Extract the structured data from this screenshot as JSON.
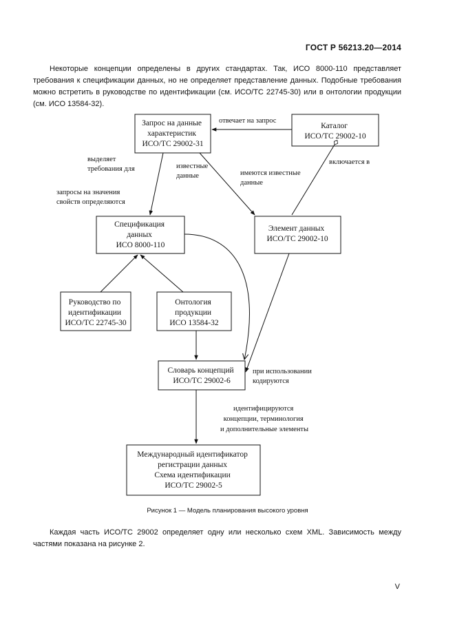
{
  "header": {
    "doc_code": "ГОСТ Р 56213.20—2014"
  },
  "paragraph1": "Некоторые концепции определены в других стандартах. Так, ИСО 8000-110 представляет требования к спецификации данных, но не определяет представление данных. Подобные требования можно встретить в руководстве по идентификации (см. ИСО/ТС 22745-30) или в онтологии продукции (см. ИСО 13584-32).",
  "diagram": {
    "boxes": {
      "request": [
        "Запрос на данные",
        "характеристик",
        "ИСО/ТС 29002-31"
      ],
      "catalog": [
        "Каталог",
        "ИСО/ТС 29002-10"
      ],
      "specification": [
        "Спецификация",
        "данных",
        "ИСО 8000-110"
      ],
      "data_element": [
        "Элемент данных",
        "ИСО/ТС 29002-10"
      ],
      "guide": [
        "Руководство по",
        "идентификации",
        "ИСО/ТС 22745-30"
      ],
      "ontology": [
        "Онтология",
        "продукции",
        "ИСО 13584-32"
      ],
      "dictionary": [
        "Словарь концепций",
        "ИСО/ТС 29002-6"
      ],
      "idi": [
        "Международный идентификатор",
        "регистрации данных",
        "Схема идентификации",
        "ИСО/ТС 29002-5"
      ]
    },
    "labels": {
      "answers_request": [
        "отвечает на запрос"
      ],
      "included_in": [
        "включается в"
      ],
      "allocates": [
        "выделяет",
        "требования для"
      ],
      "known_data": [
        "известные",
        "данные"
      ],
      "has_known_data": [
        "имеются известные",
        "данные"
      ],
      "value_requests": [
        "запросы на значения",
        "свойств определяются"
      ],
      "encoded_when_used": [
        "при использовании",
        "кодируются"
      ],
      "identified": [
        "идентифицируются",
        "концепции, терминология",
        "и дополнительные элементы"
      ]
    }
  },
  "caption": "Рисунок 1 — Модель планирования высокого уровня",
  "paragraph2": "Каждая часть ИСО/ТС 29002 определяет одну или несколько схем XML. Зависимость между частями показана на рисунке 2.",
  "page_number": "V"
}
